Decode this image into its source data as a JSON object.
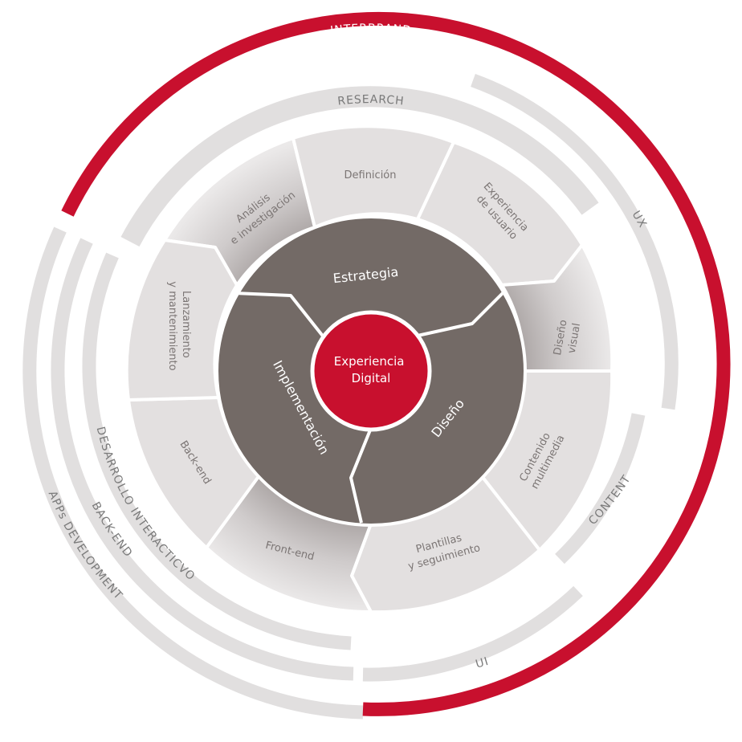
{
  "colors": {
    "brand_red": "#c8102e",
    "arc_grey": "#e1dfdf",
    "cell_grey": "#e3e0e0",
    "dark_grey": "#736a66",
    "text_grey": "#7b7574"
  },
  "outer_arcs": {
    "interbrand": "INTERBRAND",
    "research": "RESEARCH",
    "ux": "UX",
    "content": "CONTENT",
    "ui": "UI",
    "desarrollo_interactivo": "DESARROLLO INTERACTICVO",
    "back_end": "BACK-END",
    "apps_development": "APPs DEVELOPMENT"
  },
  "cells": {
    "analisis": [
      "Análisis",
      "e investigación"
    ],
    "definicion": [
      "Definición"
    ],
    "experiencia_usuario": [
      "Experiencia",
      "de usuario"
    ],
    "diseno_visual": [
      "Diseño",
      "visual"
    ],
    "contenido_multimedia": [
      "Contenido",
      "multimedia"
    ],
    "plantillas": [
      "Plantillas",
      "y seguimiento"
    ],
    "front_end": [
      "Front-end"
    ],
    "back_end": [
      "Back-end"
    ],
    "lanzamiento": [
      "Lanzamiento",
      "y mantenimiento"
    ]
  },
  "phases": {
    "estrategia": "Estrategia",
    "diseno": "Diseño",
    "implementacion": "Implementación"
  },
  "core": {
    "line1": "Experiencia",
    "line2": "Digital"
  }
}
